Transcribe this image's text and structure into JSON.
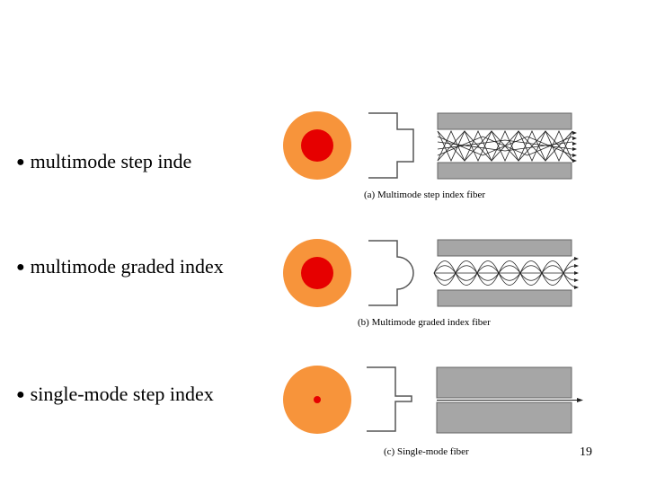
{
  "bullets": [
    {
      "symbol": "●",
      "text": "multimode step inde"
    },
    {
      "symbol": "●",
      "text": "multimode graded index"
    },
    {
      "symbol": "●",
      "text": "single-mode step index"
    }
  ],
  "captions": {
    "a": "(a) Multimode step index fiber",
    "b": "(b) Multimode graded index fiber",
    "c": "(c) Single-mode fiber"
  },
  "page_number": "19",
  "colors": {
    "cladding": "#f7943b",
    "core": "#e60000",
    "fiber_body": "#a6a6a6",
    "outline": "#555555"
  }
}
